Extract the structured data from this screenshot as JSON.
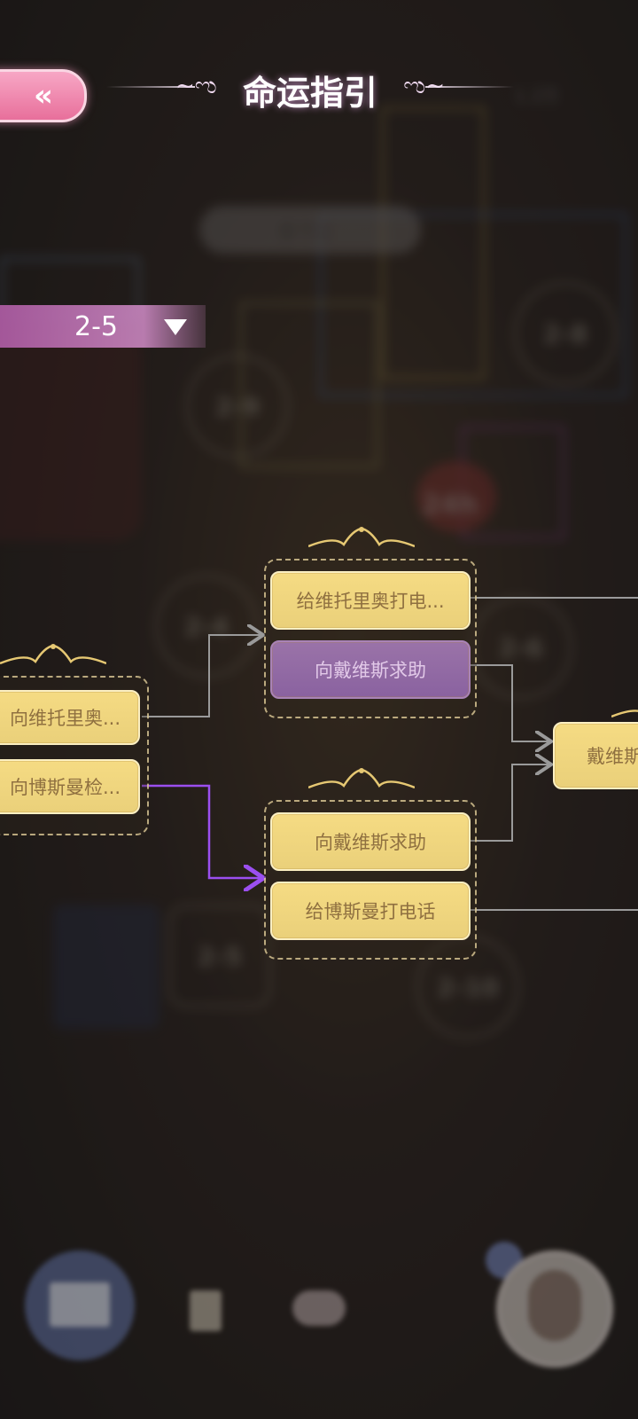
{
  "header": {
    "back_icon": "double-chevron-left-icon",
    "title": "命运指引"
  },
  "background": {
    "currency": "1.2万",
    "chapter_dropdown": "章节2",
    "badges": [
      "2-9",
      "2-8",
      "2-4",
      "2-6",
      "2-5",
      "2-10"
    ],
    "sign": "24h"
  },
  "chapter_selector": {
    "label": "2-5",
    "dropdown_icon": "triangle-down-icon"
  },
  "choice_groups": [
    {
      "choices": [
        {
          "label": "向维托里奥..."
        },
        {
          "label": "向博斯曼检..."
        }
      ]
    },
    {
      "choices": [
        {
          "label": "给维托里奥打电..."
        },
        {
          "label": "向戴维斯求助",
          "active": true
        }
      ]
    },
    {
      "choices": [
        {
          "label": "向戴维斯求助"
        },
        {
          "label": "给博斯曼打电话"
        }
      ]
    },
    {
      "choices": [
        {
          "label": "戴维斯"
        }
      ]
    }
  ],
  "colors": {
    "accent_pink": "#e86f9b",
    "choice_gold": "#f5db83",
    "choice_active_purple": "#8a62a0",
    "path_active": "#9b4ff0",
    "path_default": "#9a9a9a"
  },
  "bottom_bar": {
    "icons": [
      "book-icon",
      "card-icon",
      "flower-icon",
      "avatar-icon"
    ]
  }
}
